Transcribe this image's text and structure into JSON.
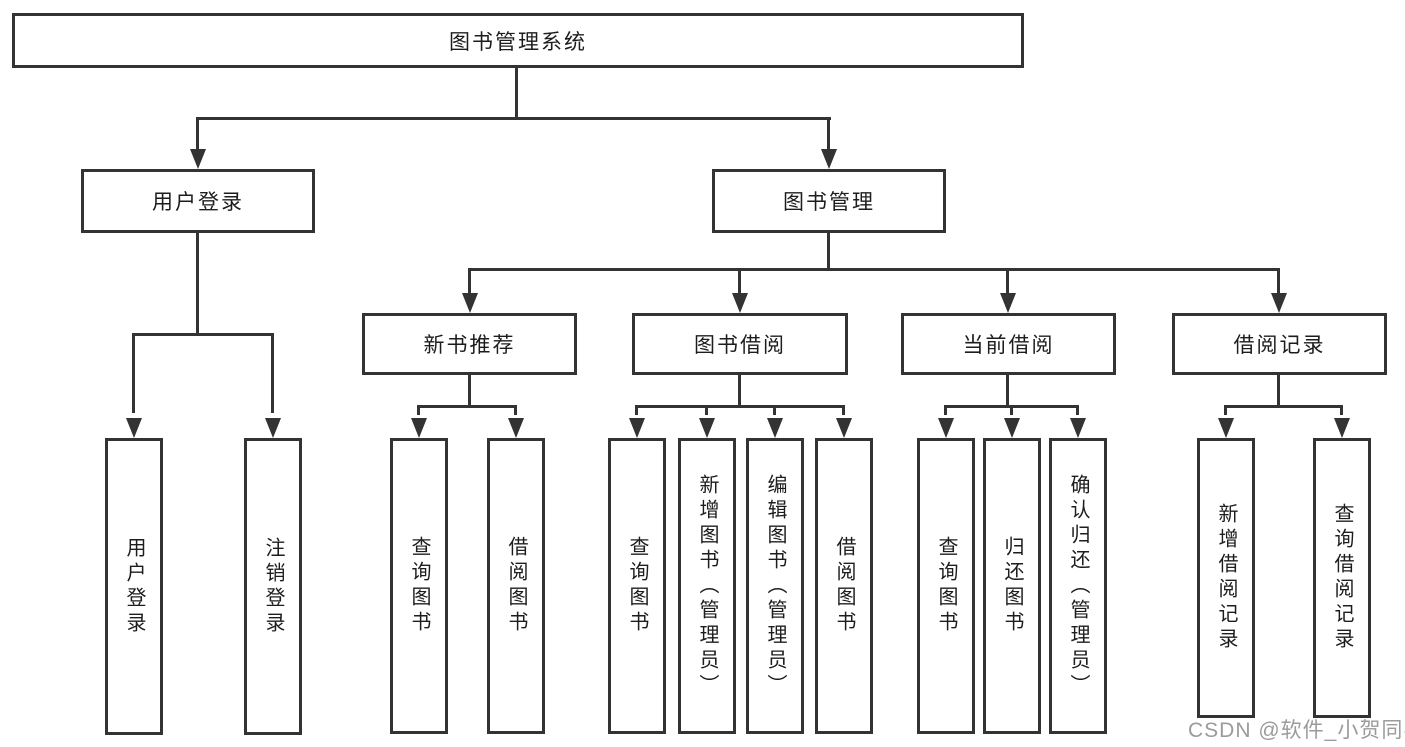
{
  "diagram": {
    "root": {
      "label": "图书管理系统"
    },
    "level2": [
      {
        "label": "用户登录"
      },
      {
        "label": "图书管理"
      }
    ],
    "level3": [
      {
        "label": "新书推荐"
      },
      {
        "label": "图书借阅"
      },
      {
        "label": "当前借阅"
      },
      {
        "label": "借阅记录"
      }
    ],
    "leaves": {
      "login": [
        {
          "label": "用户登录"
        },
        {
          "label": "注销登录"
        }
      ],
      "recommend": [
        {
          "label": "查询图书"
        },
        {
          "label": "借阅图书"
        }
      ],
      "borrow": [
        {
          "label": "查询图书"
        },
        {
          "label": "新增图书（管理员）"
        },
        {
          "label": "编辑图书（管理员）"
        },
        {
          "label": "借阅图书"
        }
      ],
      "current": [
        {
          "label": "查询图书"
        },
        {
          "label": "归还图书"
        },
        {
          "label": "确认归还（管理员）"
        }
      ],
      "records": [
        {
          "label": "新增借阅记录"
        },
        {
          "label": "查询借阅记录"
        }
      ]
    }
  },
  "watermark": {
    "text": "CSDN @软件_小贺同学"
  },
  "colors": {
    "line": "#333333",
    "text": "#1d1d1d",
    "watermark": "#9b9b9b",
    "background": "#ffffff"
  }
}
